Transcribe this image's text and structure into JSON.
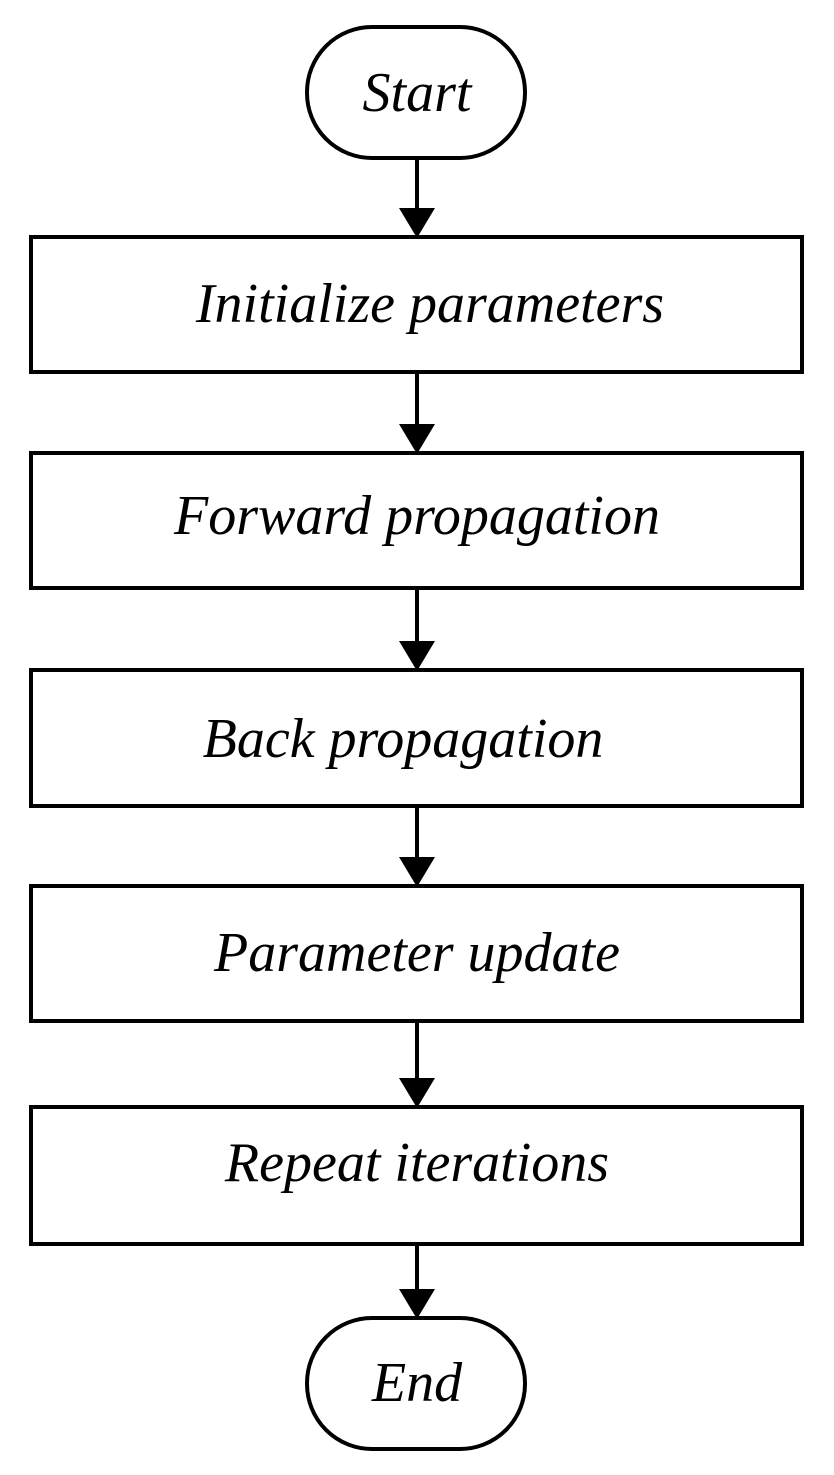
{
  "diagram": {
    "type": "flowchart",
    "direction": "top-to-bottom",
    "colors": {
      "background": "#ffffff",
      "stroke": "#000000",
      "text": "#000000"
    },
    "nodes": [
      {
        "id": "start",
        "shape": "terminal",
        "label": "Start"
      },
      {
        "id": "init",
        "shape": "process",
        "label": "Initialize parameters"
      },
      {
        "id": "forward",
        "shape": "process",
        "label": "Forward propagation"
      },
      {
        "id": "back",
        "shape": "process",
        "label": "Back propagation"
      },
      {
        "id": "update",
        "shape": "process",
        "label": "Parameter update"
      },
      {
        "id": "repeat",
        "shape": "process",
        "label": "Repeat iterations"
      },
      {
        "id": "end",
        "shape": "terminal",
        "label": "End"
      }
    ],
    "edges": [
      {
        "from": "start",
        "to": "init"
      },
      {
        "from": "init",
        "to": "forward"
      },
      {
        "from": "forward",
        "to": "back"
      },
      {
        "from": "back",
        "to": "update"
      },
      {
        "from": "update",
        "to": "repeat"
      },
      {
        "from": "repeat",
        "to": "end"
      }
    ]
  }
}
